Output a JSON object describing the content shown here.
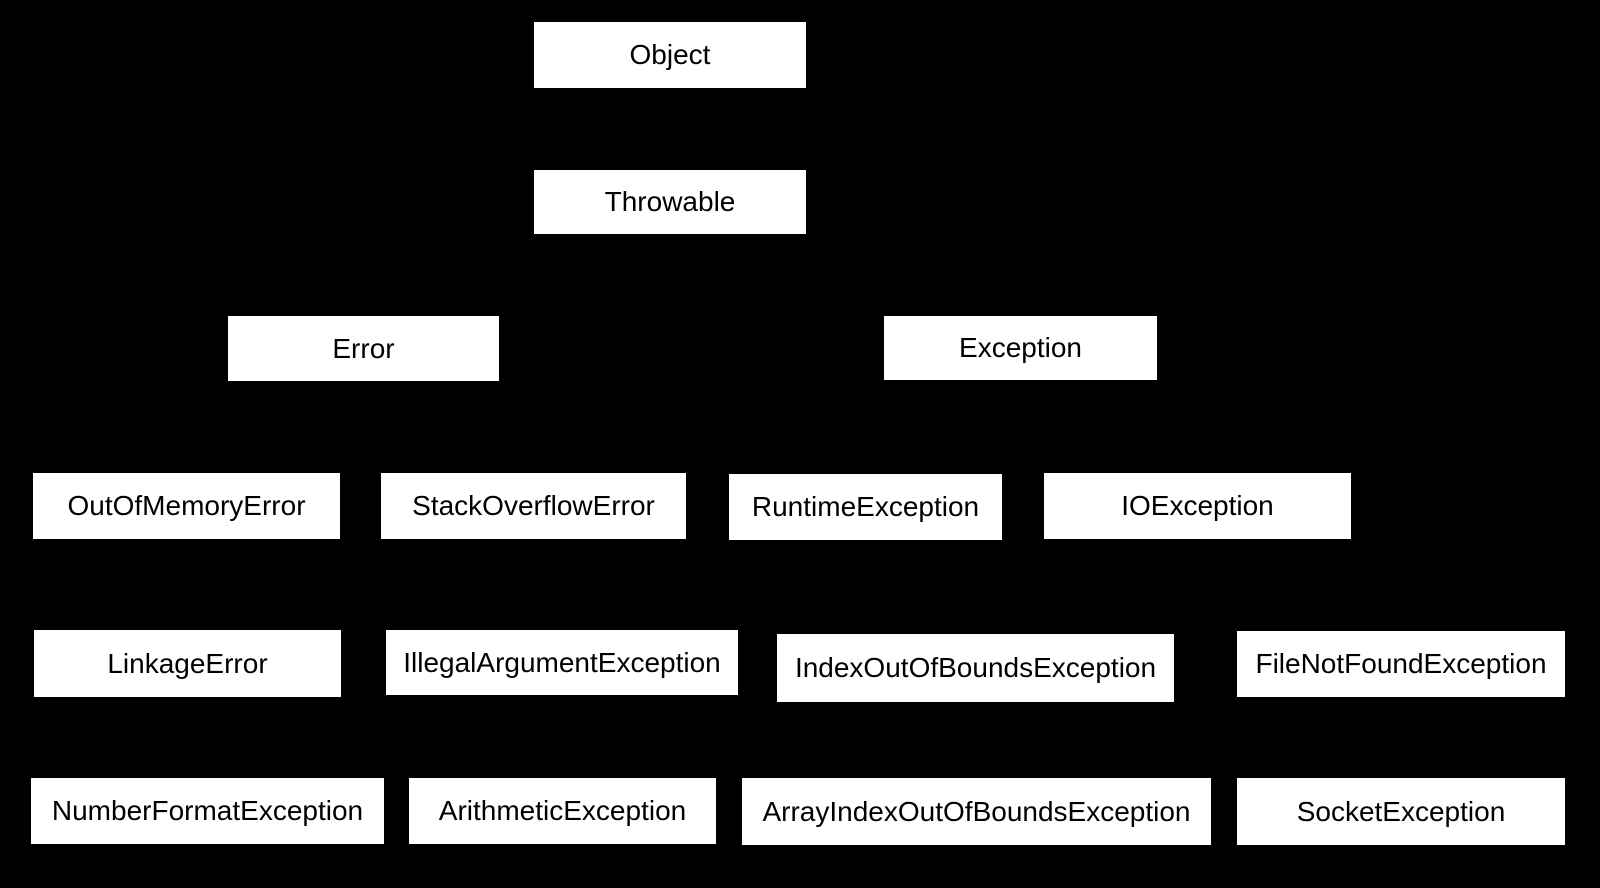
{
  "diagram": {
    "type": "tree",
    "background_color": "#000000",
    "node_fill_color": "#ffffff",
    "node_border_color": "#000000",
    "node_text_color": "#000000",
    "levels": [
      {
        "nodes": [
          {
            "label": "Object"
          }
        ]
      },
      {
        "nodes": [
          {
            "label": "Throwable"
          }
        ]
      },
      {
        "nodes": [
          {
            "label": "Error"
          },
          {
            "label": "Exception"
          }
        ]
      },
      {
        "nodes": [
          {
            "label": "OutOfMemoryError"
          },
          {
            "label": "StackOverflowError"
          },
          {
            "label": "RuntimeException"
          },
          {
            "label": "IOException"
          }
        ]
      },
      {
        "nodes": [
          {
            "label": "LinkageError"
          },
          {
            "label": "IllegalArgumentException"
          },
          {
            "label": "IndexOutOfBoundsException"
          },
          {
            "label": "FileNotFoundException"
          }
        ]
      },
      {
        "nodes": [
          {
            "label": "NumberFormatException"
          },
          {
            "label": "ArithmeticException"
          },
          {
            "label": "ArrayIndexOutOfBoundsException"
          },
          {
            "label": "SocketException"
          }
        ]
      }
    ]
  }
}
